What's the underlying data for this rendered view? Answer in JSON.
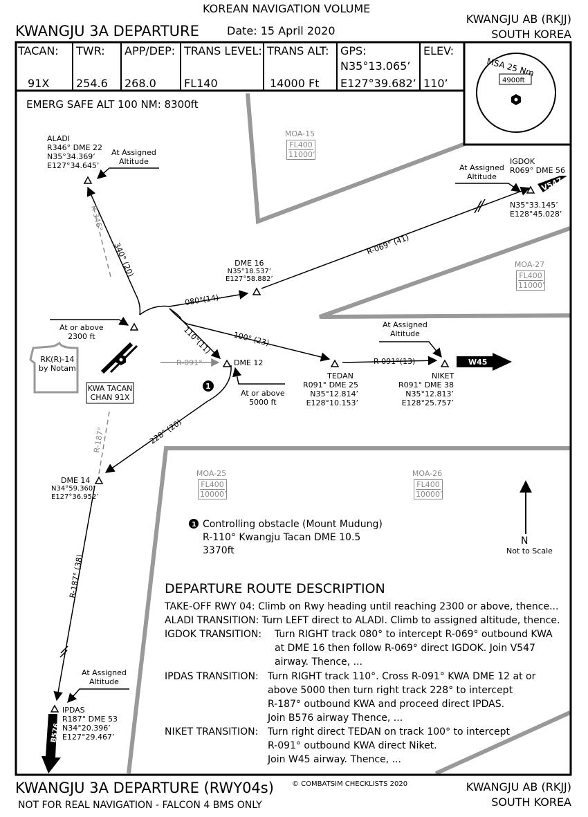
{
  "header": {
    "volume": "KOREAN NAVIGATION VOLUME",
    "title": "KWANGJU 3A DEPARTURE",
    "date": "Date: 15 April 2020",
    "airport": "KWANGJU AB (RKJJ)",
    "country": "SOUTH KOREA"
  },
  "info": {
    "tacan_label": "TACAN:",
    "tacan_value": "91X",
    "twr_label": "TWR:",
    "twr_value": "254.6",
    "appdep_label": "APP/DEP:",
    "appdep_value": "268.0",
    "translevel_label": "TRANS LEVEL:",
    "translevel_value": "FL140",
    "transalt_label": "TRANS ALT:",
    "transalt_value": "14000 Ft",
    "gps_label": "GPS:",
    "gps_lat": "N35°13.065’",
    "gps_lon": "E127°39.682’",
    "elev_label": "ELEV:",
    "elev_value": "110’"
  },
  "msa": {
    "label": "MSA 25 Nm",
    "alt": "4900ft"
  },
  "emerg": "EMERG SAFE ALT 100 NM: 8300ft",
  "moa": {
    "moa15": {
      "name": "MOA-15",
      "fl": "FL400",
      "alt": "11000’"
    },
    "moa27": {
      "name": "MOA-27",
      "fl": "FL400",
      "alt": "11000’"
    },
    "moa25": {
      "name": "MOA-25",
      "fl": "FL400",
      "alt": "10000’"
    },
    "moa26": {
      "name": "MOA-26",
      "fl": "FL400",
      "alt": "10000’"
    }
  },
  "fixes": {
    "aladi": {
      "name": "ALADI",
      "radial": "R346° DME 22",
      "lat": "N35°34.369’",
      "lon": "E127°34.645’"
    },
    "igdok": {
      "name": "IGDOK",
      "radial": "R069° DME 56",
      "lat": "N35°33.145’",
      "lon": "E128°45.028’"
    },
    "dme16": {
      "name": "DME 16",
      "lat": "N35°18.537’",
      "lon": "E127°58.882’"
    },
    "dme12": {
      "name": "DME 12"
    },
    "tedan": {
      "name": "TEDAN",
      "radial": "R091° DME 25",
      "lat": "N35°12.814’",
      "lon": "E128°10.153’"
    },
    "niket": {
      "name": "NIKET",
      "radial": "R091° DME 38",
      "lat": "N35°12.813’",
      "lon": "E128°25.757’"
    },
    "dme14": {
      "name": "DME 14",
      "lat": "N34°59.360’",
      "lon": "E127°36.952’"
    },
    "ipdas": {
      "name": "IPDAS",
      "radial": "R187° DME 53",
      "lat": "N34°20.396’",
      "lon": "E127°29.467’"
    }
  },
  "restrictions": {
    "at_assigned": "At Assigned",
    "altitude": "Altitude",
    "at_or_above": "At or above",
    "alt_2300": "2300 ft",
    "alt_5000": "5000 ft"
  },
  "routes": {
    "r346": "R-346°",
    "c340": "340° (20)",
    "c080": "080°(14)",
    "r069": "R-069° (41)",
    "c110": "110°(11)",
    "c100": "100° (23)",
    "r091": "R-091°",
    "r091_13": "R-091°(13)",
    "c228": "228° (20)",
    "r187": "R-187°",
    "r187_38": "R-187° (38)"
  },
  "airways": {
    "v547": "V547",
    "w45": "W45",
    "b576": "B576"
  },
  "tacan_box": {
    "line1": "KWA TACAN",
    "line2": "CHAN 91X"
  },
  "restricted": {
    "line1": "RK(R)-14",
    "line2": "by Notam"
  },
  "obstacle": {
    "marker": "1",
    "line1": "Controlling obstacle (Mount Mudung)",
    "line2": "R-110° Kwangju Tacan DME 10.5",
    "line3": "3370ft"
  },
  "north": {
    "label": "N",
    "scale": "Not to Scale"
  },
  "description": {
    "heading": "DEPARTURE ROUTE DESCRIPTION",
    "takeoff": "TAKE-OFF RWY 04: Climb on Rwy heading until reaching 2300 or above, thence...",
    "aladi": "ALADI TRANSITION: Turn LEFT direct to ALADI. Climb to assigned altitude, thence.",
    "igdok_label": "IGDOK TRANSITION:",
    "igdok_l1": "Turn RIGHT track 080° to intercept R-069° outbound KWA",
    "igdok_l2": "at DME 16 then follow R-069° direct IGDOK. Join V547",
    "igdok_l3": "airway. Thence, ...",
    "ipdas_label": "IPDAS TRANSITION:",
    "ipdas_l1": "Turn RIGHT track 110°. Cross R-091° KWA DME 12 at or",
    "ipdas_l2": "above 5000 then turn right track 228° to intercept",
    "ipdas_l3": "R-187° outbound KWA and proceed direct IPDAS.",
    "ipdas_l4": "Join B576 airway Thence, ...",
    "niket_label": "NIKET TRANSITION:",
    "niket_l1": "Turn right direct TEDAN on track 100° to intercept",
    "niket_l2": "R-091° outbound KWA direct Niket.",
    "niket_l3": "Join W45 airway. Thence, ..."
  },
  "footer": {
    "title": "KWANGJU 3A DEPARTURE (RWY04s)",
    "copyright": "© COMBATSIM CHECKLISTS 2020",
    "disclaimer": "NOT FOR REAL NAVIGATION - FALCON 4 BMS ONLY",
    "airport": "KWANGJU AB (RKJJ)",
    "country": "SOUTH KOREA"
  }
}
